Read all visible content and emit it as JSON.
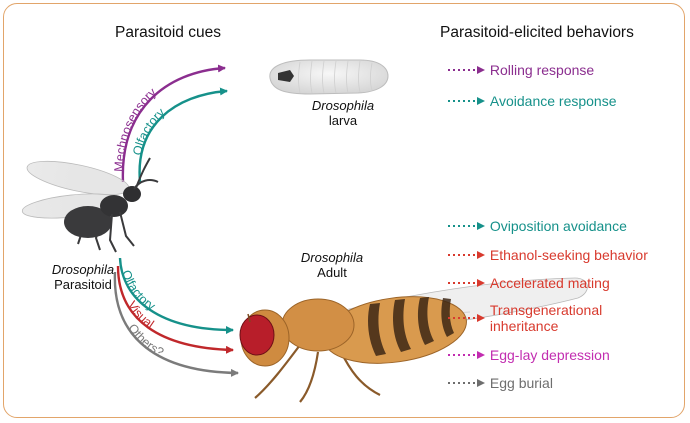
{
  "headers": {
    "cues": "Parasitoid cues",
    "behaviors": "Parasitoid-elicited behaviors"
  },
  "organisms": {
    "larva": {
      "species": "Drosophila",
      "stage": "larva"
    },
    "adult": {
      "species": "Drosophila",
      "stage": "Adult"
    },
    "parasitoid": {
      "species": "Drosophila",
      "label": "Parasitoid"
    }
  },
  "cues": {
    "larva": [
      {
        "label": "Mechnosensory",
        "color": "#8b2e8f"
      },
      {
        "label": "Olfactory",
        "color": "#16918a"
      }
    ],
    "adult": [
      {
        "label": "Olfactory",
        "color": "#16918a"
      },
      {
        "label": "Visual",
        "color": "#c0282b"
      },
      {
        "label": "Others?",
        "color": "#7b7b7b"
      }
    ]
  },
  "behaviors": {
    "larva": [
      {
        "label": "Rolling response",
        "color": "#8b2e8f"
      },
      {
        "label": "Avoidance response",
        "color": "#16918a"
      }
    ],
    "adult": [
      {
        "label": "Oviposition avoidance",
        "color": "#16918a"
      },
      {
        "label": "Ethanol-seeking behavior",
        "color": "#d83a2e"
      },
      {
        "label": "Accelerated mating",
        "color": "#d83a2e"
      },
      {
        "label": "Transgenerational",
        "label2": "inheritance",
        "color": "#d83a2e"
      },
      {
        "label": "Egg-lay depression",
        "color": "#c22db0"
      },
      {
        "label": "Egg burial",
        "color": "#6e6e6e"
      }
    ]
  },
  "colors": {
    "border": "#e2a56a",
    "fly_body": "#d99a4e",
    "fly_eye": "#b81e2a",
    "wasp": "#3a3a3c"
  }
}
